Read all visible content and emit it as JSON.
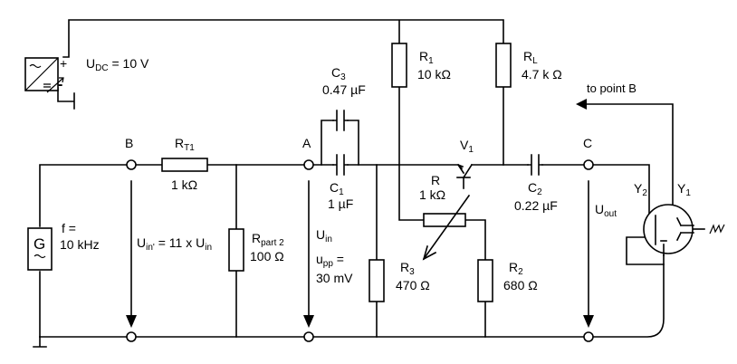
{
  "supply": {
    "label": "U",
    "sub": "DC",
    "value": " = 10 V",
    "plus": "+",
    "minus": "-"
  },
  "nodes": {
    "B": "B",
    "A": "A",
    "C": "C"
  },
  "rt1": {
    "name": "R",
    "sub": "T1",
    "value": "1 kΩ"
  },
  "rpart": {
    "name": "R",
    "sub": "part 2",
    "value": "100 Ω"
  },
  "c3": {
    "name": "C",
    "sub": "3",
    "value": "0.47 µF"
  },
  "c1": {
    "name": "C",
    "sub": "1",
    "value": "1 µF"
  },
  "r1": {
    "name": "R",
    "sub": "1",
    "value": "10 kΩ"
  },
  "rl": {
    "name": "R",
    "sub": "L",
    "value": "4.7 k Ω"
  },
  "pot": {
    "name": "R",
    "value": "1 kΩ"
  },
  "r3": {
    "name": "R",
    "sub": "3",
    "value": "470 Ω"
  },
  "r2": {
    "name": "R",
    "sub": "2",
    "value": "680 Ω"
  },
  "v1": {
    "name": "V",
    "sub": "1"
  },
  "c2": {
    "name": "C",
    "sub": "2",
    "value": "0.22 µF"
  },
  "generator": {
    "line1": "f =",
    "line2": "10 kHz"
  },
  "uin_prime": {
    "u": "U",
    "sub": "in'",
    "mid": " = 11 x U",
    "sub2": "in"
  },
  "uin": {
    "u": "U",
    "sub": "in"
  },
  "upp": {
    "u": "u",
    "sub": "pp",
    "eq": " =",
    "value": "30 mV"
  },
  "uout": {
    "u": "U",
    "sub": "out"
  },
  "scope": {
    "y2": "Y",
    "y2sub": "2",
    "y1": "Y",
    "y1sub": "1",
    "to_point": "to point B"
  }
}
